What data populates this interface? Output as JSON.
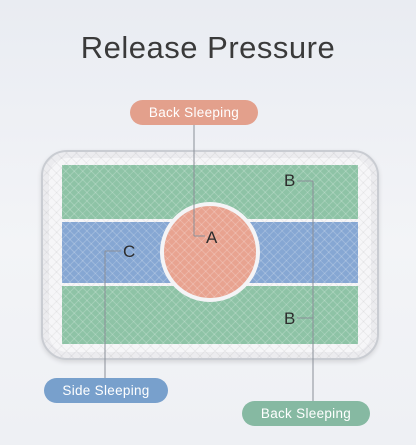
{
  "title": "Release Pressure",
  "callouts": {
    "back_sleeping_top": "Back Sleeping",
    "side_sleeping": "Side Sleeping",
    "back_sleeping_bottom": "Back Sleeping"
  },
  "zones": {
    "center": "A",
    "top_edge": "B",
    "bottom_edge": "B",
    "middle_band": "C"
  },
  "colors": {
    "back_support_zone": "#8ec3a6",
    "side_support_zone": "#86a7d3",
    "head_zone": "#e8a390"
  }
}
